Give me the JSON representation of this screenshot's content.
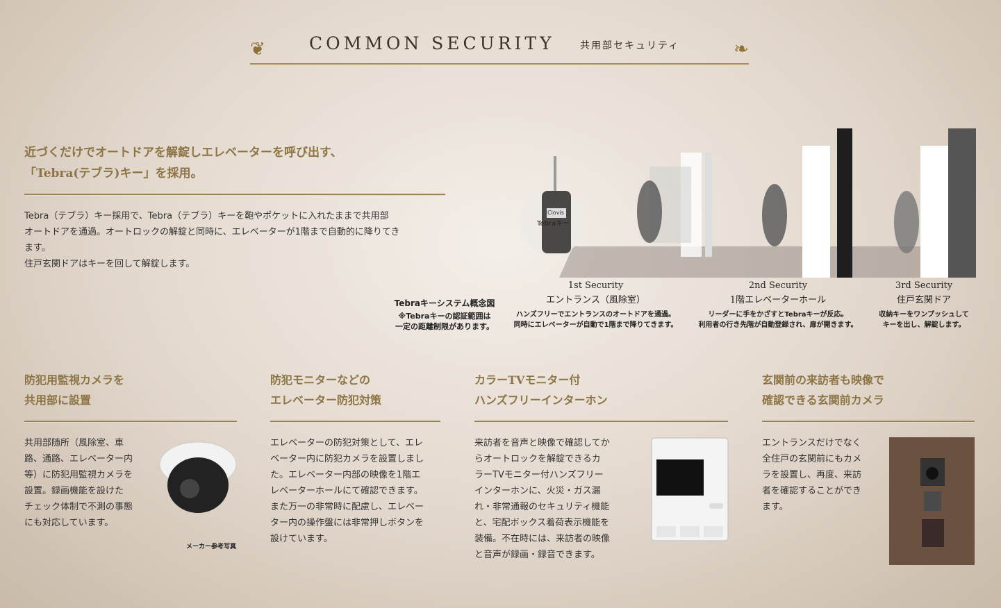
{
  "header": {
    "title_en": "COMMON SECURITY",
    "title_jp": "共用部セキュリティ"
  },
  "intro": {
    "headline": [
      "近づくだけでオートドアを解錠しエレベーターを呼び出す、",
      "「Tebra(テブラ)キー」を採用。"
    ],
    "body": [
      "Tebra（テブラ）キー採用で、Tebra（テブラ）キーを鞄やポケットに入れたままで共用部",
      "オートドアを通過。オートロックの解錠と同時に、エレベーターが1階まで自動的に降りてき",
      "ます。",
      "住戸玄関ドアはキーを回して解錠します。"
    ]
  },
  "diagram": {
    "key_label": "Tebraキー",
    "key_brand": "Clovis",
    "caption": {
      "title": "Tebraキーシステム概念図",
      "note": [
        "※Tebraキーの認証範囲は",
        "一定の距離制限があります。"
      ]
    },
    "steps": [
      {
        "num": "1st Security",
        "place": "エントランス（風除室）",
        "desc": [
          "ハンズフリーでエントランスのオートドアを通過。",
          "同時にエレベーターが自動で1階まで降りてきます。"
        ]
      },
      {
        "num": "2nd Security",
        "place": "1階エレベーターホール",
        "desc": [
          "リーダーに手をかざすとTebraキーが反応。",
          "利用者の行き先階が自動登録され、扉が開きます。"
        ]
      },
      {
        "num": "3rd Security",
        "place": "住戸玄関ドア",
        "desc": [
          "収納キーをワンプッシュして",
          "キーを出し、解錠します。"
        ]
      }
    ]
  },
  "features": [
    {
      "heading": [
        "防犯用監視カメラを",
        "共用部に設置"
      ],
      "body": [
        "共用部随所（風除室、車",
        "路、通路、エレベーター内",
        "等）に防犯用監視カメラを",
        "設置。録画機能を設けた",
        "チェック体制で不測の事態",
        "にも対応しています。"
      ],
      "photo_caption": "メーカー参考写真"
    },
    {
      "heading": [
        "防犯モニターなどの",
        "エレベーター防犯対策"
      ],
      "body": [
        "エレベーターの防犯対策として、エレ",
        "ベーター内に防犯カメラを設置しまし",
        "た。エレベーター内部の映像を1階エ",
        "レベーターホールにて確認できます。",
        "また万一の非常時に配慮し、エレベー",
        "ター内の操作盤には非常押しボタンを",
        "設けています。"
      ]
    },
    {
      "heading": [
        "カラーTVモニター付",
        "ハンズフリーインターホン"
      ],
      "body": [
        "来訪者を音声と映像で確認してか",
        "らオートロックを解錠できるカ",
        "ラーTVモニター付ハンズフリー",
        "インターホンに、火災・ガス漏",
        "れ・非常通報のセキュリティ機能",
        "と、宅配ボックス着荷表示機能を",
        "装備。不在時には、来訪者の映像",
        "と音声が録画・録音できます。"
      ]
    },
    {
      "heading": [
        "玄関前の来訪者も映像で",
        "確認できる玄関前カメラ"
      ],
      "body": [
        "エントランスだけでなく",
        "全住戸の玄関前にもカメ",
        "ラを設置し、再度、来訪",
        "者を確認することができ",
        "ます。"
      ]
    }
  ]
}
